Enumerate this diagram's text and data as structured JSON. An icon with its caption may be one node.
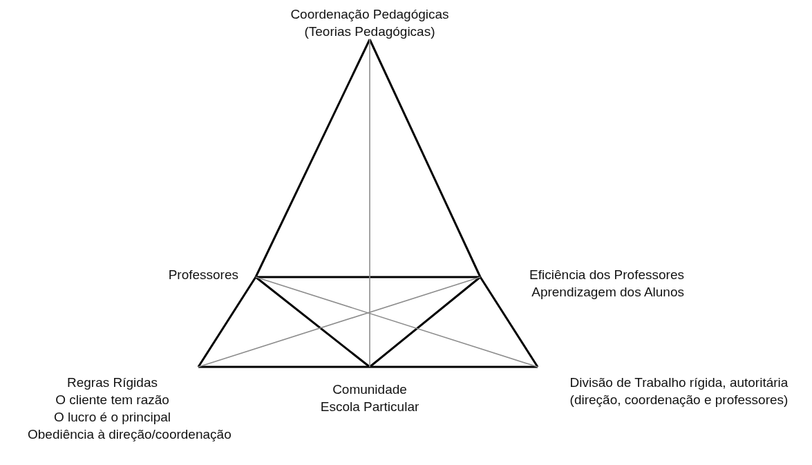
{
  "diagram": {
    "nodes": [
      {
        "text": [
          "Coordenação Pedagógicas (Teorias Pedagógicas)"
        ]
      },
      {
        "text": [
          "Professores"
        ]
      },
      {
        "text": [
          "Eficiência dos Professores",
          "Aprendizagem dos Alunos"
        ]
      },
      {
        "text": [
          "Regras Rígidas",
          "O cliente tem razão",
          "O lucro é o principal",
          "Obediência à direção/coordenação"
        ]
      },
      {
        "text": [
          "Comunidade",
          "Escola Particular"
        ]
      },
      {
        "text": [
          "Divisão de Trabalho rígida, autoritária (direção, coordenação e professores)"
        ]
      }
    ],
    "edges": [
      {
        "from": 0,
        "to": 1,
        "arrow": "none"
      },
      {
        "from": 1,
        "to": 3,
        "arrow": "none"
      },
      {
        "from": 0,
        "to": 2,
        "arrow": "none"
      },
      {
        "from": 2,
        "to": 5,
        "arrow": "none"
      },
      {
        "from": 3,
        "to": 4,
        "arrow": "none"
      },
      {
        "from": 4,
        "to": 5,
        "arrow": "none"
      },
      {
        "from": 1,
        "to": 2,
        "arrow": "none"
      },
      {
        "from": 1,
        "to": 4,
        "arrow": "none"
      },
      {
        "from": 2,
        "to": 4,
        "arrow": "none"
      },
      {
        "from": 0,
        "to": 4,
        "arrow": "none",
        "color": "#8c8c8c"
      },
      {
        "from": 3,
        "to": 2,
        "arrow": "none",
        "color": "#8c8c8c"
      },
      {
        "from": 5,
        "to": 1,
        "arrow": "none",
        "color": "#8c8c8c"
      }
    ]
  }
}
